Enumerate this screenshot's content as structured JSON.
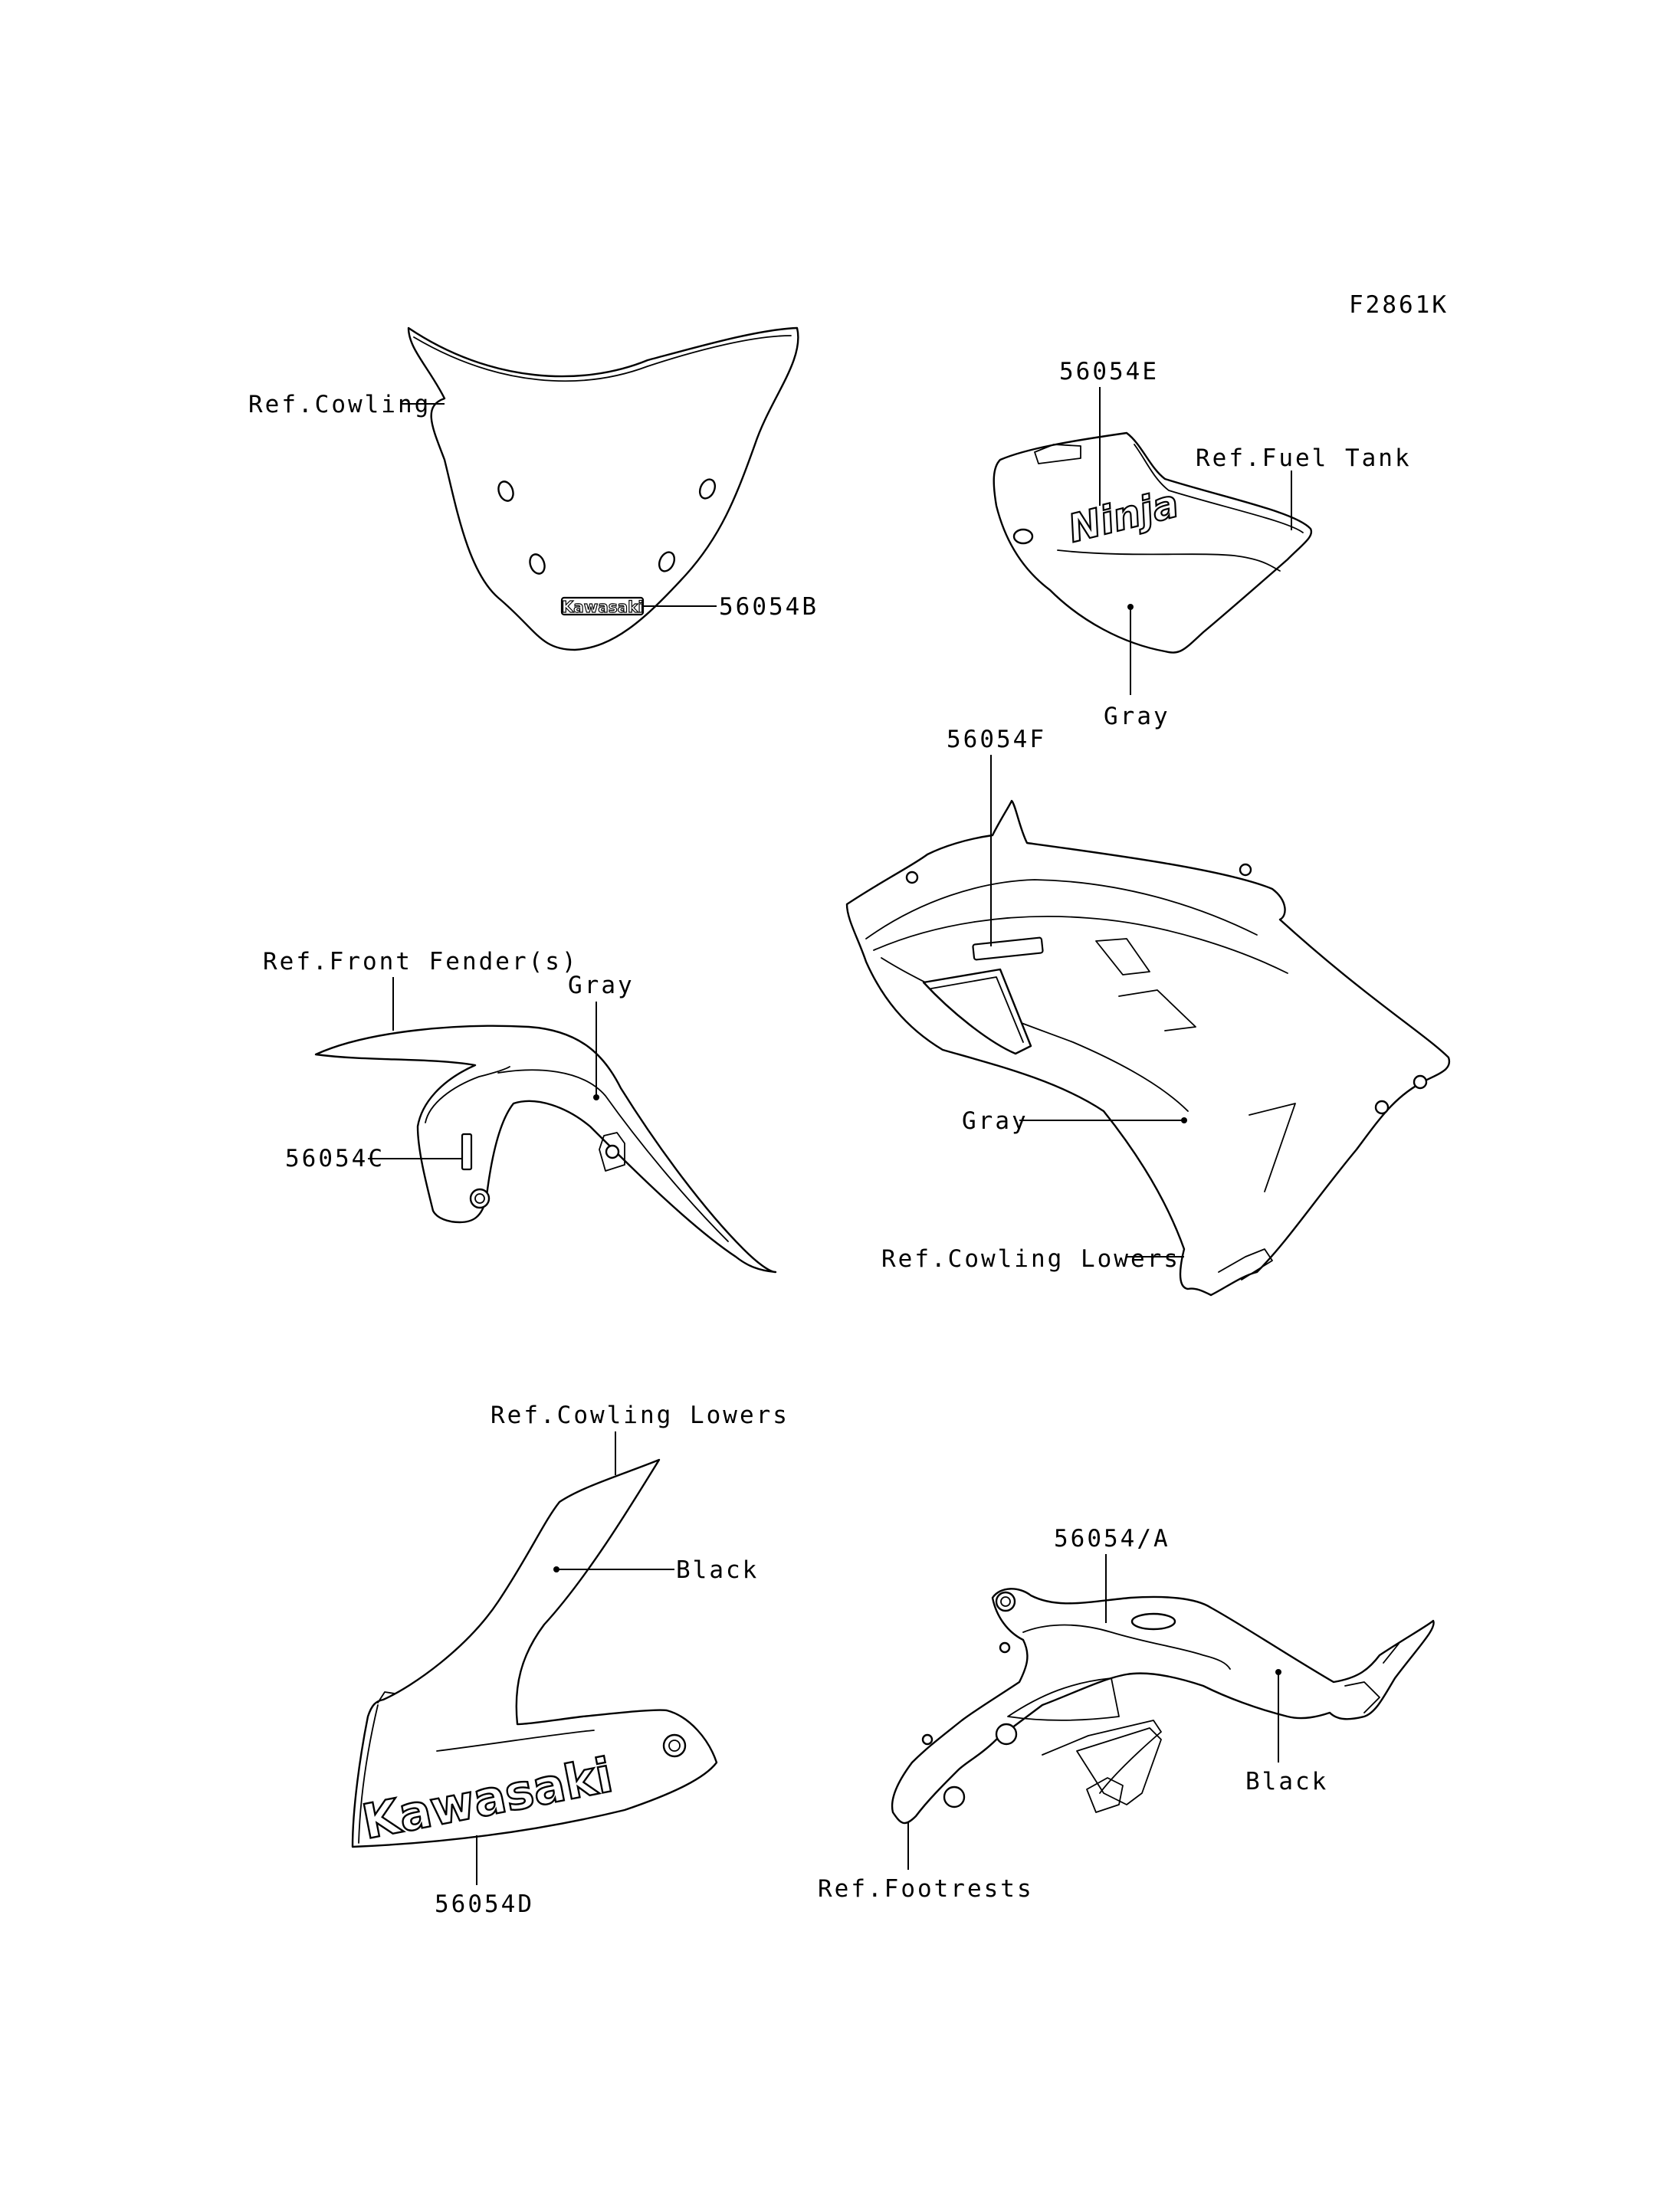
{
  "figure_code": "F2861K",
  "labels": {
    "ref_cowling": "Ref.Cowling",
    "part_56054b": "56054B",
    "part_56054e": "56054E",
    "ref_fuel_tank": "Ref.Fuel Tank",
    "gray_tank": "Gray",
    "part_56054f": "56054F",
    "ref_front_fender": "Ref.Front Fender(s)",
    "gray_fender": "Gray",
    "part_56054c": "56054C",
    "gray_cowling": "Gray",
    "ref_cowling_lowers_right": "Ref.Cowling Lowers",
    "ref_cowling_lowers_left": "Ref.Cowling Lowers",
    "black_lower": "Black",
    "part_56054d": "56054D",
    "part_56054a": "56054/A",
    "black_frame": "Black",
    "ref_footrests": "Ref.Footrests"
  },
  "emblems": {
    "windshield_logo": "Kawasaki",
    "tank_logo": "Ninja",
    "lower_logo": "Kawasaki"
  },
  "colors": {
    "line": "#000000",
    "background": "#ffffff"
  }
}
